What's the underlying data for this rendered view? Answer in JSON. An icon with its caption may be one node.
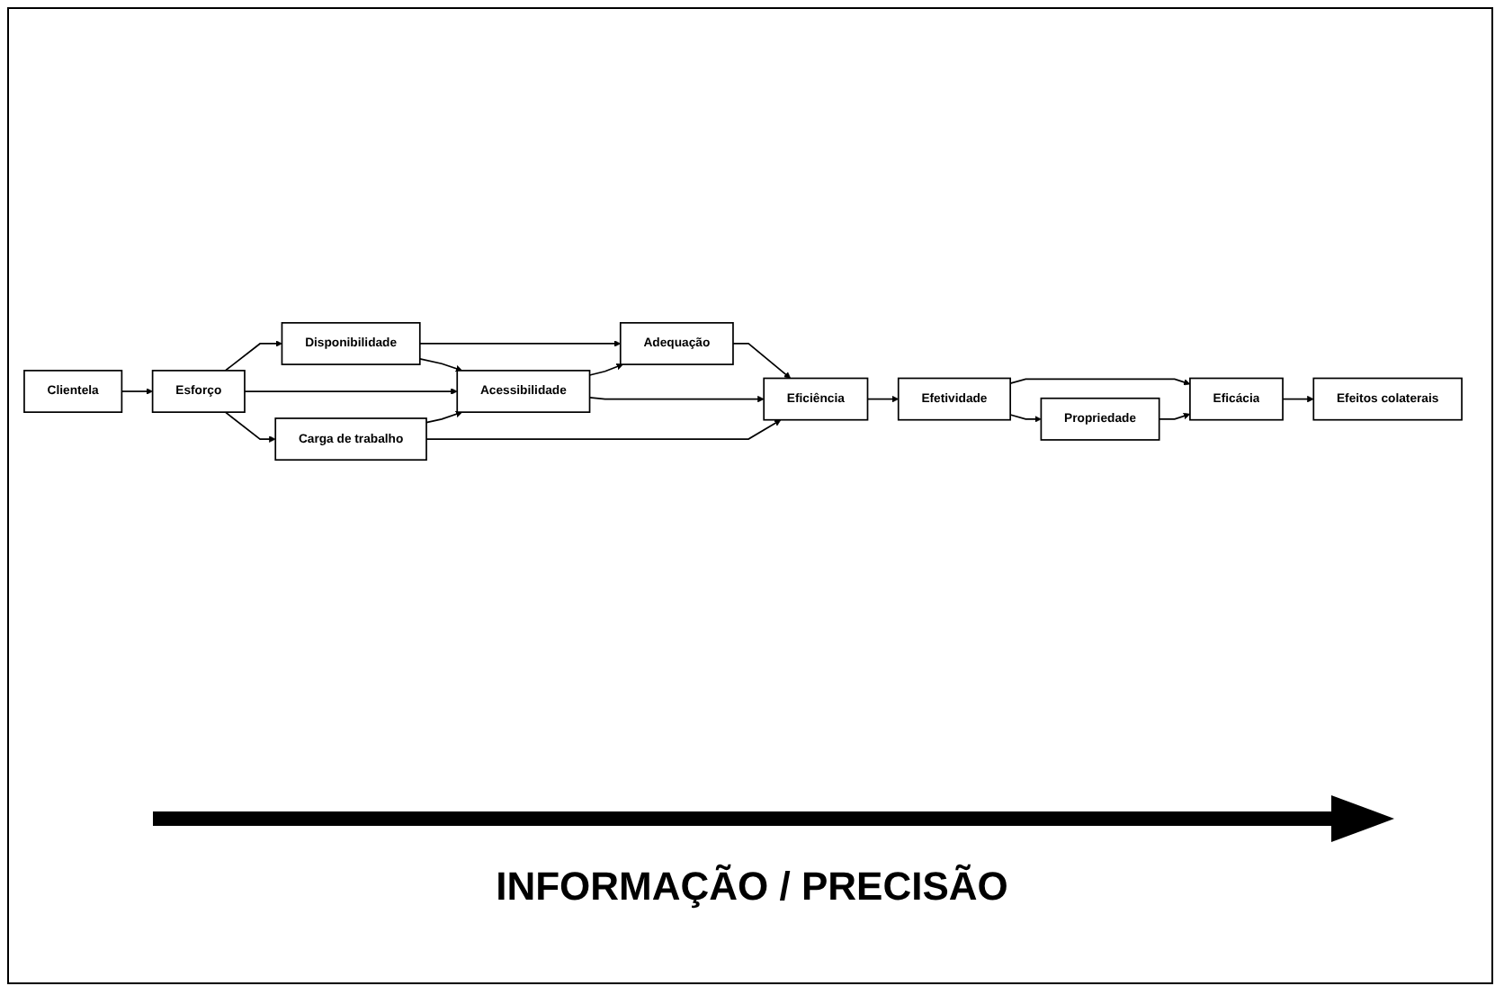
{
  "diagram": {
    "nodes": [
      {
        "text": [
          "Disponibilidade"
        ]
      },
      {
        "text": [
          "Adequação"
        ]
      },
      {
        "text": [
          "Clientela"
        ]
      },
      {
        "text": [
          "Esforço"
        ]
      },
      {
        "text": [
          "Eficiência"
        ]
      },
      {
        "text": [
          "Efetividade"
        ]
      },
      {
        "text": [
          "Eficácia"
        ]
      },
      {
        "text": [
          "Acessibilidade"
        ]
      },
      {
        "text": [
          "Propriedade"
        ]
      },
      {
        "text": [
          "Efeitos colaterais"
        ]
      },
      {
        "text": [
          "Carga de trabalho"
        ]
      }
    ],
    "edges": [
      {
        "from": 2,
        "to": 3,
        "arrow": "to"
      },
      {
        "from": 3,
        "to": 0,
        "arrow": "to"
      },
      {
        "from": 0,
        "to": 1,
        "arrow": "to"
      },
      {
        "from": 0,
        "to": 7,
        "arrow": "to"
      },
      {
        "from": 7,
        "to": 1,
        "arrow": "to"
      },
      {
        "from": 1,
        "to": 4,
        "arrow": "to"
      },
      {
        "from": 3,
        "to": 7,
        "arrow": "to"
      },
      {
        "from": 7,
        "to": 4,
        "arrow": "to"
      },
      {
        "from": 3,
        "to": 10,
        "arrow": "to"
      },
      {
        "from": 10,
        "to": 7,
        "arrow": "to"
      },
      {
        "from": 10,
        "to": 4,
        "arrow": "to"
      },
      {
        "from": 4,
        "to": 5,
        "arrow": "to"
      },
      {
        "from": 5,
        "to": 6,
        "arrow": "to"
      },
      {
        "from": 5,
        "to": 8,
        "arrow": "to"
      },
      {
        "from": 8,
        "to": 6,
        "arrow": "to"
      },
      {
        "from": 6,
        "to": 9,
        "arrow": "to"
      }
    ],
    "labels": [
      "INFORMAÇÃO / PRECISÃO"
    ]
  }
}
